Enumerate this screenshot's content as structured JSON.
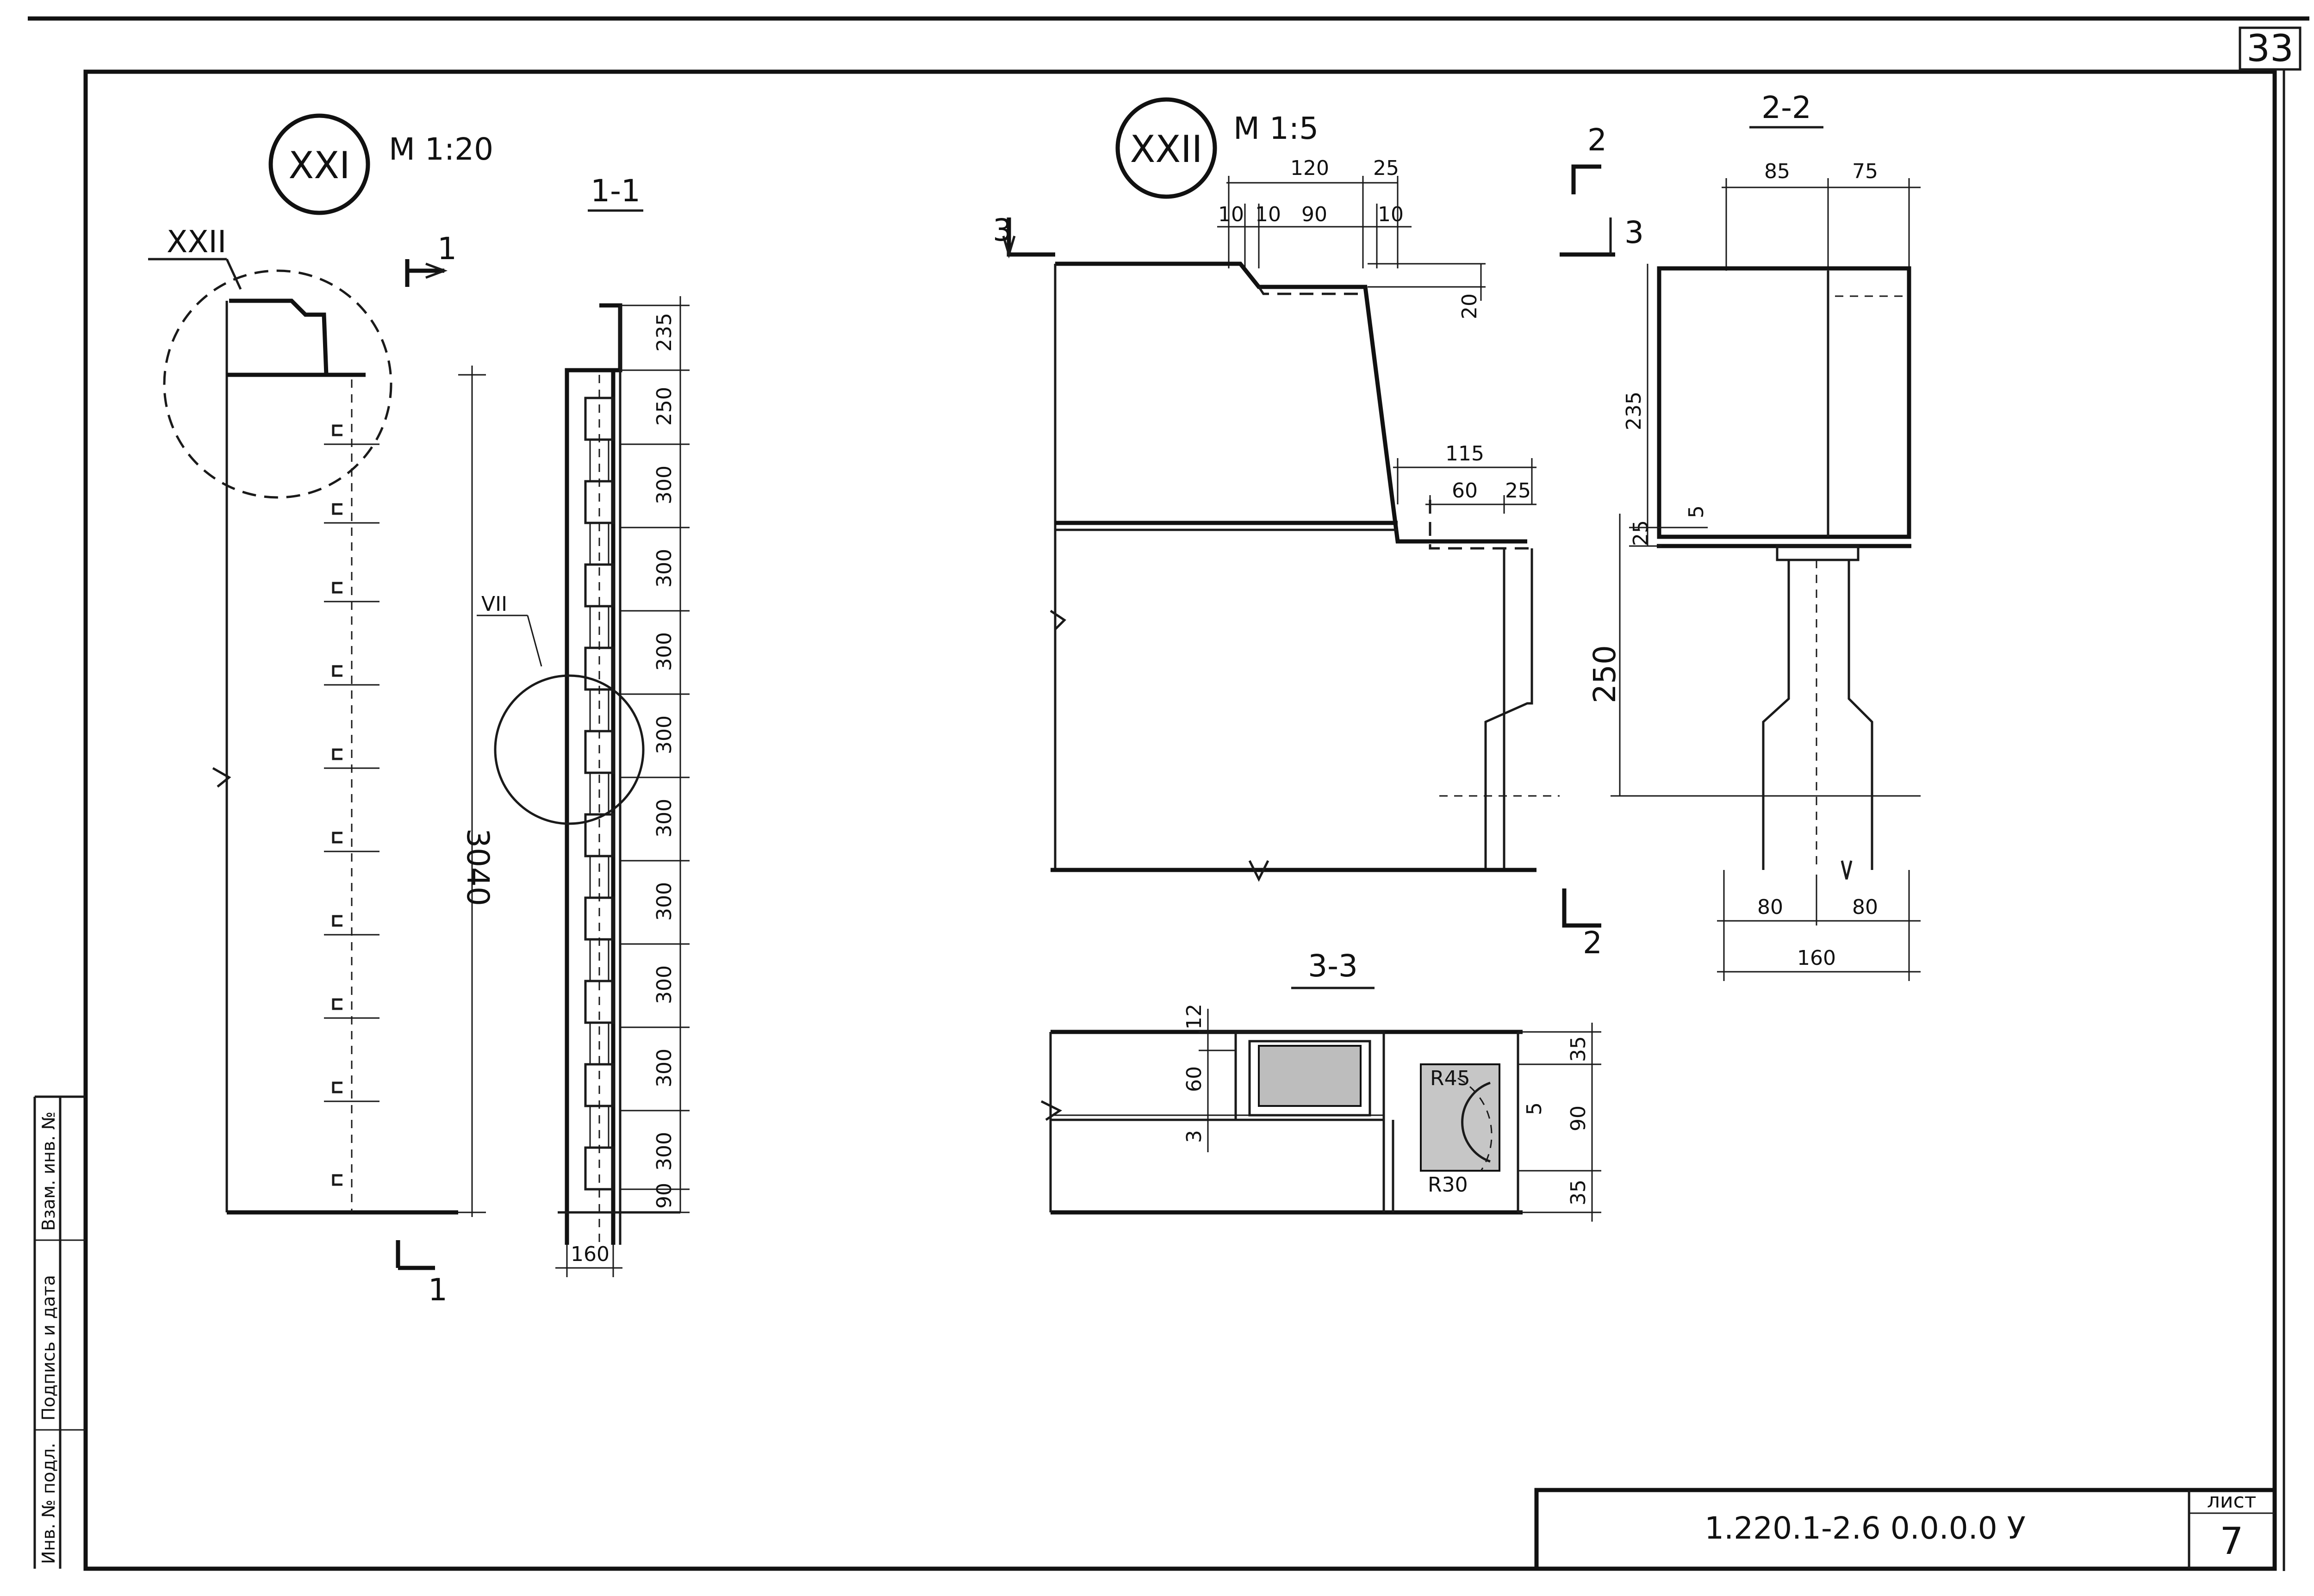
{
  "sheet": {
    "page_number": "33",
    "doc_code": "1.220.1-2.6 0.0.0.0 У",
    "list_label": "лист",
    "list_number": "7",
    "side_stamp": [
      "Инв. № подл.",
      "Подпись и дата",
      "Взам. инв. №"
    ]
  },
  "detail_xxi": {
    "circle_label": "XXI",
    "scale": "М 1:20",
    "callout_top": "XXII",
    "callout_side": "VII",
    "section_label": "1-1",
    "cut_mark": "1",
    "height_dim": "3040",
    "width_dim": "160",
    "segment_dims": [
      "235",
      "250",
      "300",
      "300",
      "300",
      "300",
      "300",
      "300",
      "300",
      "300",
      "300",
      "90"
    ]
  },
  "detail_xxii": {
    "circle_label": "XXII",
    "scale": "М 1:5",
    "cut_mark_3": "3",
    "cut_mark_2": "2",
    "dims_top": [
      "120",
      "25",
      "10",
      "10",
      "90",
      "10"
    ],
    "dim_20": "20",
    "dim_115": "115",
    "dim_60": "60",
    "dim_25b": "25"
  },
  "section_22": {
    "label": "2-2",
    "dims_top": [
      "85",
      "75"
    ],
    "dim_235": "235",
    "dim_25": "25",
    "dim_5": "5",
    "dim_250": "250",
    "dims_bottom": [
      "80",
      "80"
    ],
    "dim_160": "160"
  },
  "section_33": {
    "label": "3-3",
    "dims_left": [
      "12",
      "60",
      "3"
    ],
    "dims_right": [
      "35",
      "90",
      "35"
    ],
    "dim_5": "5",
    "radius_45": "R45",
    "radius_30": "R30"
  }
}
